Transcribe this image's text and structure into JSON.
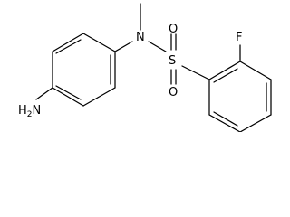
{
  "molecule": {
    "atoms": {
      "amine_prefix": "H",
      "amine_count": "2",
      "amine_suffix": "N",
      "nitrogen": "N",
      "sulfur": "S",
      "oxygen_top": "O",
      "oxygen_bottom": "O",
      "fluorine": "F"
    }
  }
}
